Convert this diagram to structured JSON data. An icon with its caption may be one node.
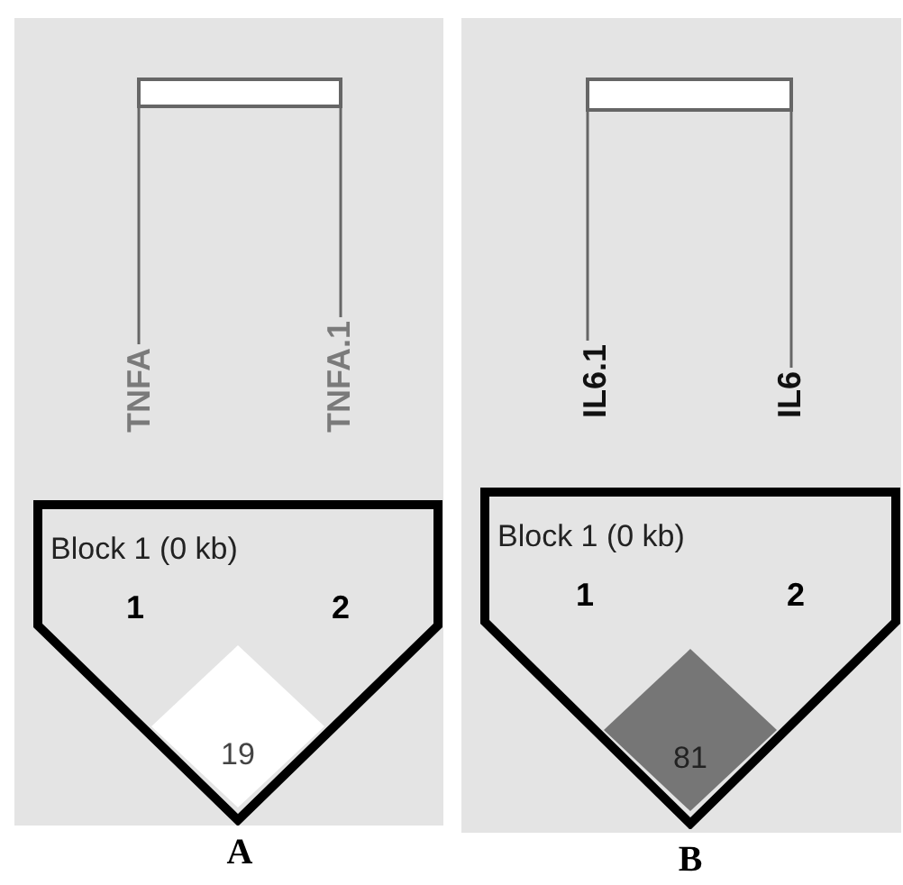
{
  "diagram": {
    "nodes": [
      {
        "text": [],
        "shape": "bar"
      },
      {
        "text": [
          "TNFA"
        ]
      },
      {
        "text": [
          "TNFA.1"
        ]
      },
      {
        "text": [
          "Block 1 (0 kb)",
          "1",
          "2"
        ]
      },
      {
        "text": [
          "19"
        ],
        "in": 3
      },
      {
        "text": [],
        "shape": "bar"
      },
      {
        "text": [
          "IL6.1"
        ]
      },
      {
        "text": [
          "IL6"
        ]
      },
      {
        "text": [
          "Block 1 (0 kb)",
          "1",
          "2"
        ]
      },
      {
        "text": [
          "81"
        ],
        "in": 8
      }
    ],
    "edges": [
      {
        "from": 1,
        "to": 0,
        "arrow": "none"
      },
      {
        "from": 2,
        "to": 0,
        "arrow": "none"
      },
      {
        "from": 6,
        "to": 5,
        "arrow": "none"
      },
      {
        "from": 7,
        "to": 5,
        "arrow": "none"
      }
    ],
    "labels": [
      "A",
      "B"
    ]
  }
}
